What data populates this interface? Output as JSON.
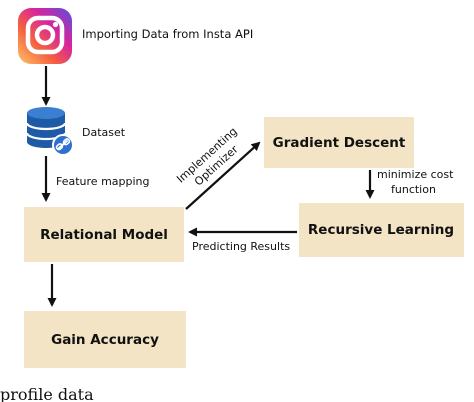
{
  "nodes": {
    "instagram_label": "Importing Data from Insta API",
    "dataset_label": "Dataset",
    "relational_model": "Relational Model",
    "gain_accuracy": "Gain Accuracy",
    "gradient_descent": "Gradient Descent",
    "recursive_learning": "Recursive Learning"
  },
  "edges": {
    "feature_mapping": "Feature mapping",
    "implementing_line1": "Implementing",
    "implementing_line2": "Optimizer",
    "minimize_line1": "minimize cost",
    "minimize_line2": "function",
    "predicting": "Predicting Results"
  },
  "caption": "profile data",
  "icons": {
    "source": "instagram-icon",
    "storage": "database-icon",
    "link": "link-icon"
  },
  "colors": {
    "box_fill": "#f2e4c4",
    "arrow": "#111111",
    "database": "#1f5aa6",
    "link_badge": "#2e6fd0"
  }
}
